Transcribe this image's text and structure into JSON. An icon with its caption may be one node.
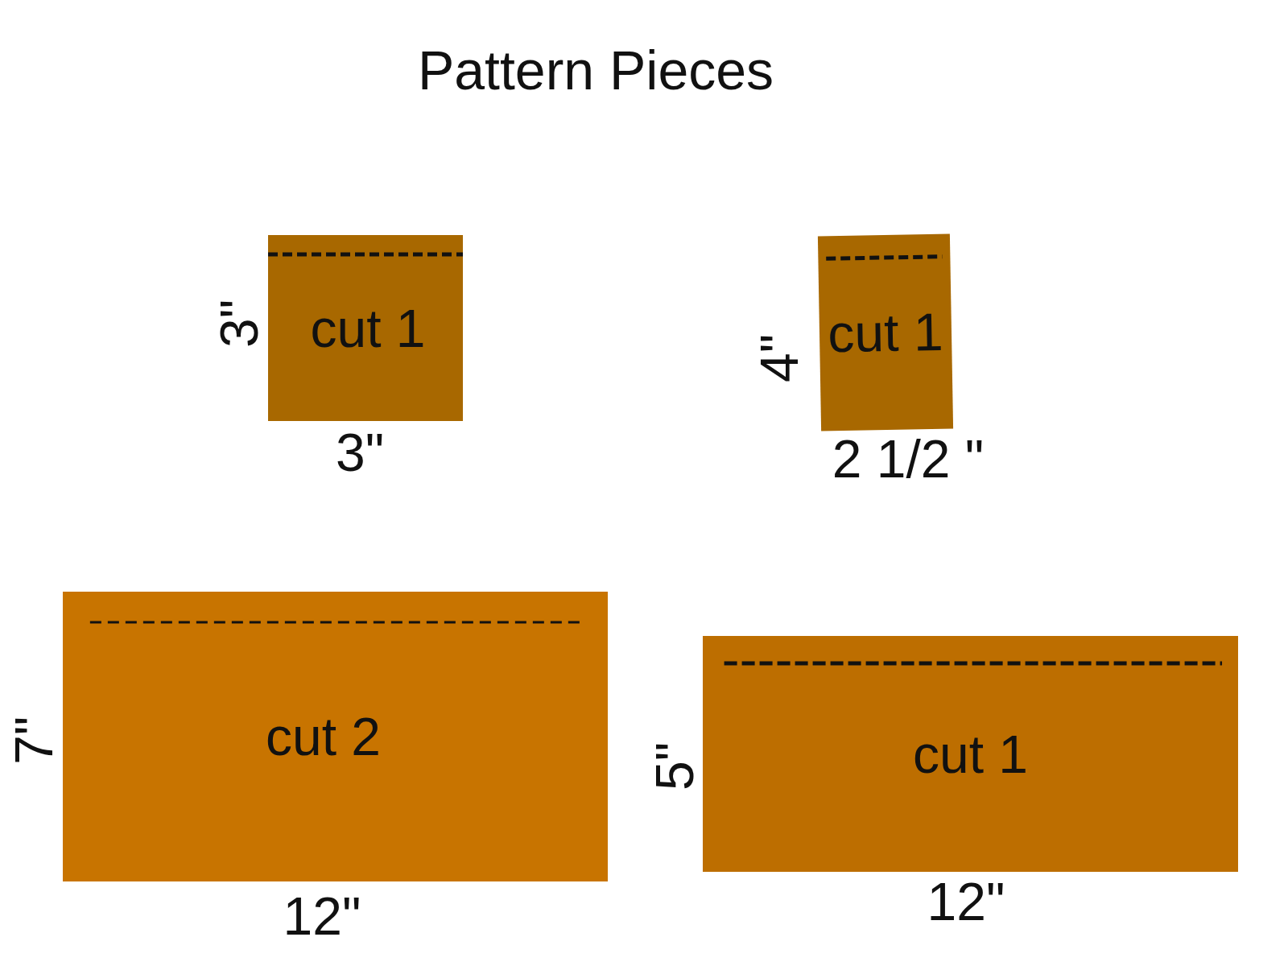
{
  "diagram": {
    "title": "Pattern Pieces",
    "nodes": [
      {
        "text": [
          "cut 1"
        ]
      },
      {
        "text": [
          "cut 1"
        ]
      },
      {
        "text": [
          "cut 2"
        ]
      },
      {
        "text": [
          "cut 1"
        ]
      }
    ],
    "labels": [
      "3\"",
      "3\"",
      "4\"",
      "2 1/2 \"",
      "7\"",
      "12\"",
      "5\"",
      "12\""
    ]
  }
}
